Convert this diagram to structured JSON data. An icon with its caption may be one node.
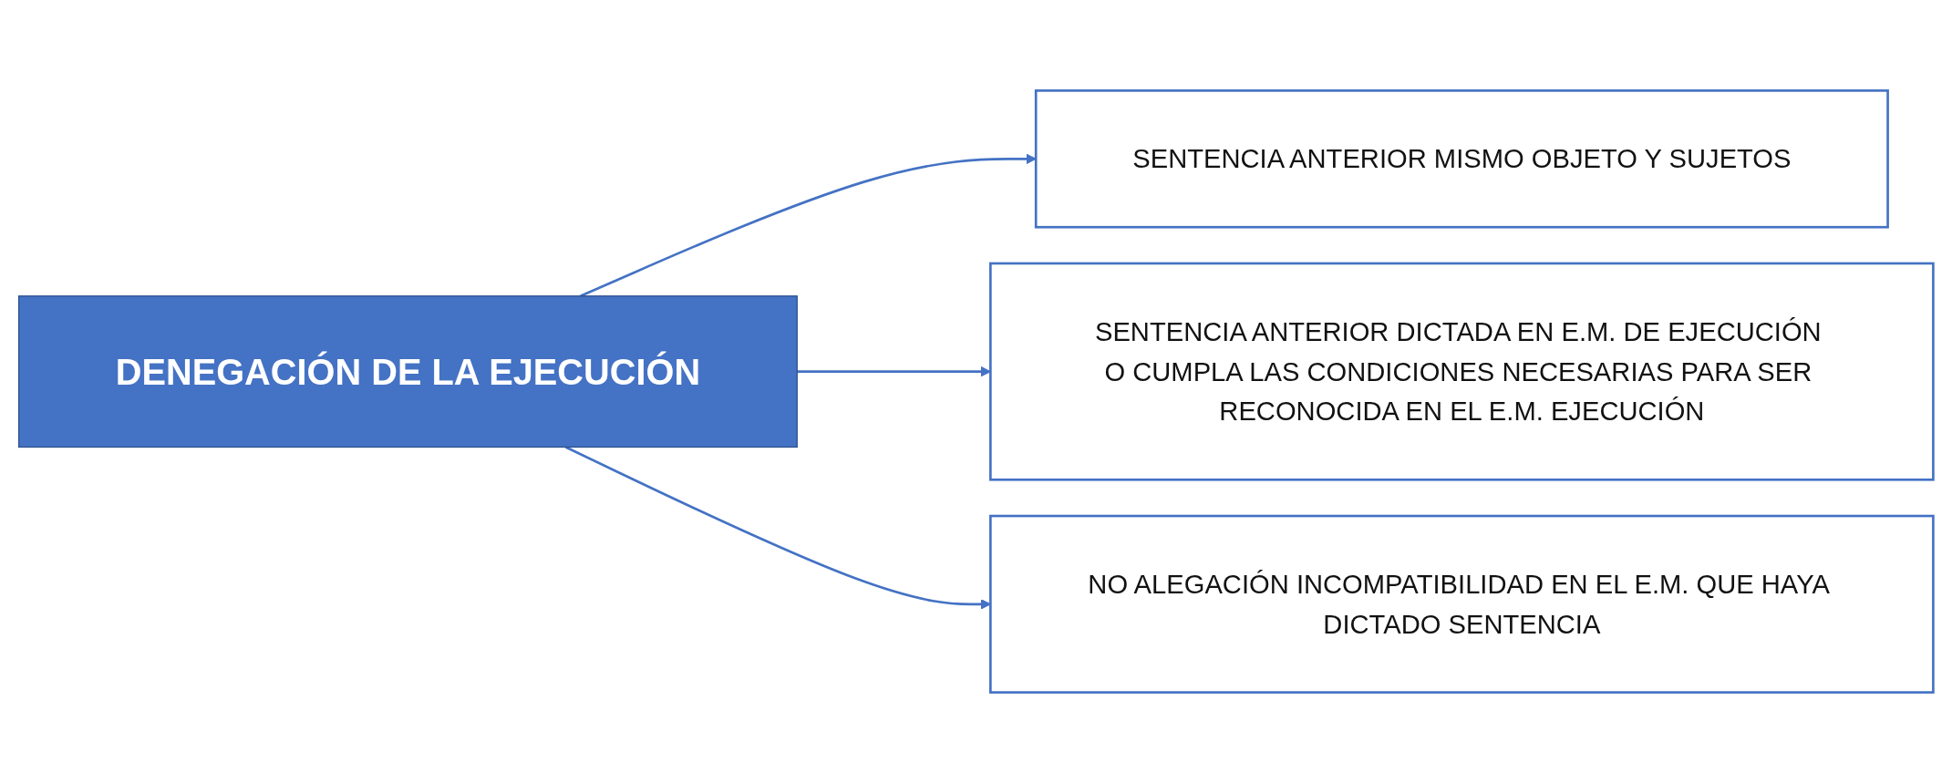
{
  "diagram": {
    "nodes": [
      {
        "text": [
          "DENEGACIÓN DE LA EJECUCIÓN"
        ]
      },
      {
        "text": [
          "SENTENCIA ANTERIOR MISMO OBJETO Y SUJETOS"
        ]
      },
      {
        "text": [
          "SENTENCIA ANTERIOR DICTADA EN E.M. DE EJECUCIÓN O CUMPLA LAS CONDICIONES NECESARIAS PARA SER RECONOCIDA EN EL E.M. EJECUCIÓN"
        ]
      },
      {
        "text": [
          "NO ALEGACIÓN INCOMPATIBILIDAD EN EL E.M. QUE HAYA DICTADO SENTENCIA"
        ]
      }
    ],
    "edges": [
      {
        "from": 0,
        "to": 1,
        "arrow": "to"
      },
      {
        "from": 0,
        "to": 2,
        "arrow": "to"
      },
      {
        "from": 0,
        "to": 3,
        "arrow": "to"
      }
    ]
  }
}
